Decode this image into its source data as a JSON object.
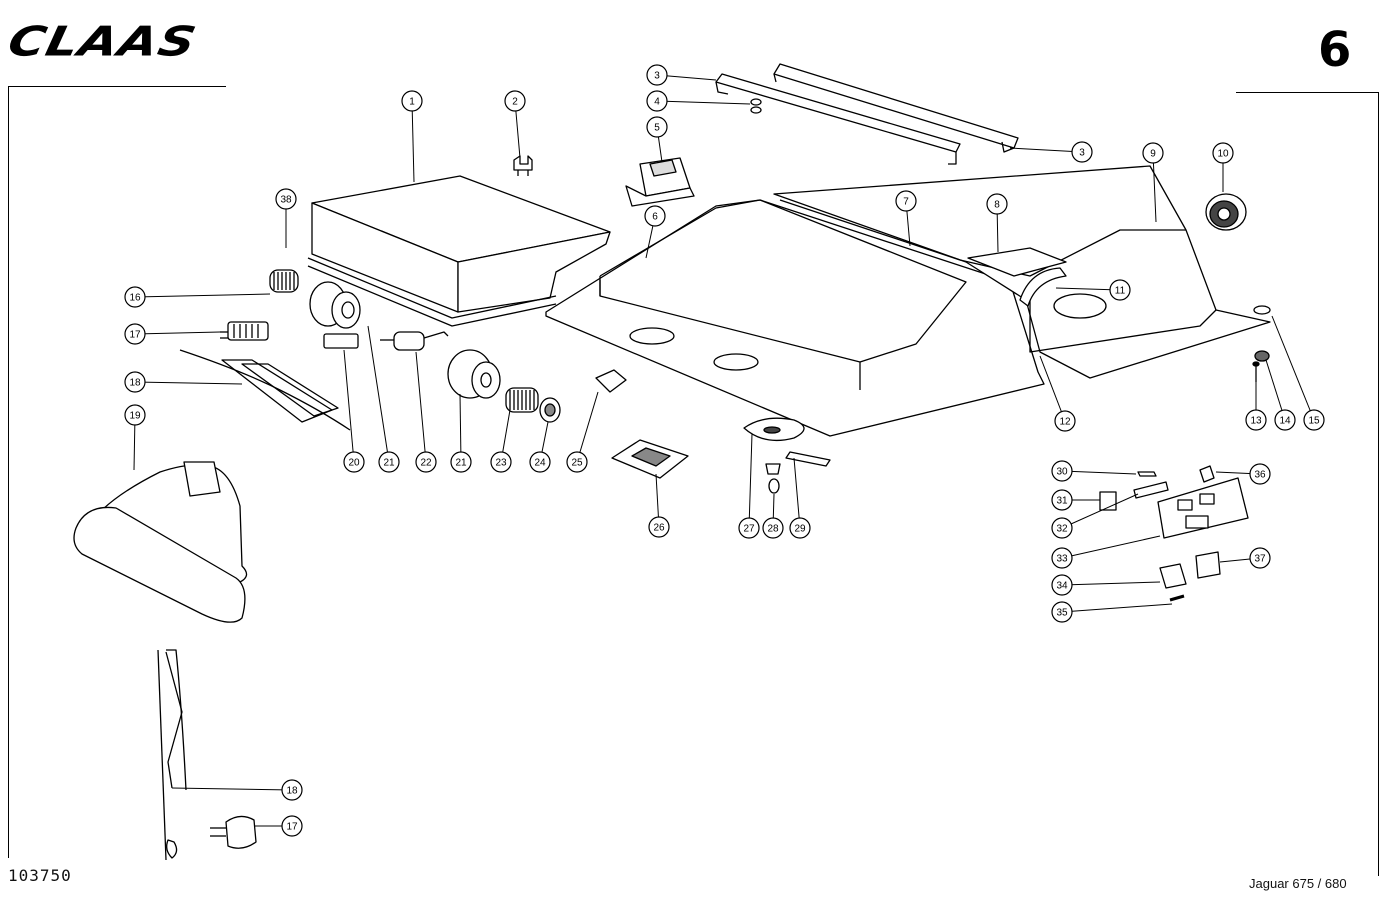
{
  "header": {
    "logo": "CLAAS",
    "page_number": "6"
  },
  "footer": {
    "drawing_number": "103750",
    "model": "Jaguar 675 / 680"
  },
  "callouts": [
    "1",
    "2",
    "3",
    "3",
    "4",
    "5",
    "6",
    "7",
    "8",
    "9",
    "10",
    "11",
    "12",
    "13",
    "14",
    "15",
    "16",
    "17",
    "17",
    "18",
    "18",
    "19",
    "20",
    "21",
    "21",
    "22",
    "23",
    "24",
    "25",
    "26",
    "27",
    "28",
    "29",
    "30",
    "31",
    "32",
    "33",
    "34",
    "35",
    "36",
    "37",
    "38"
  ]
}
